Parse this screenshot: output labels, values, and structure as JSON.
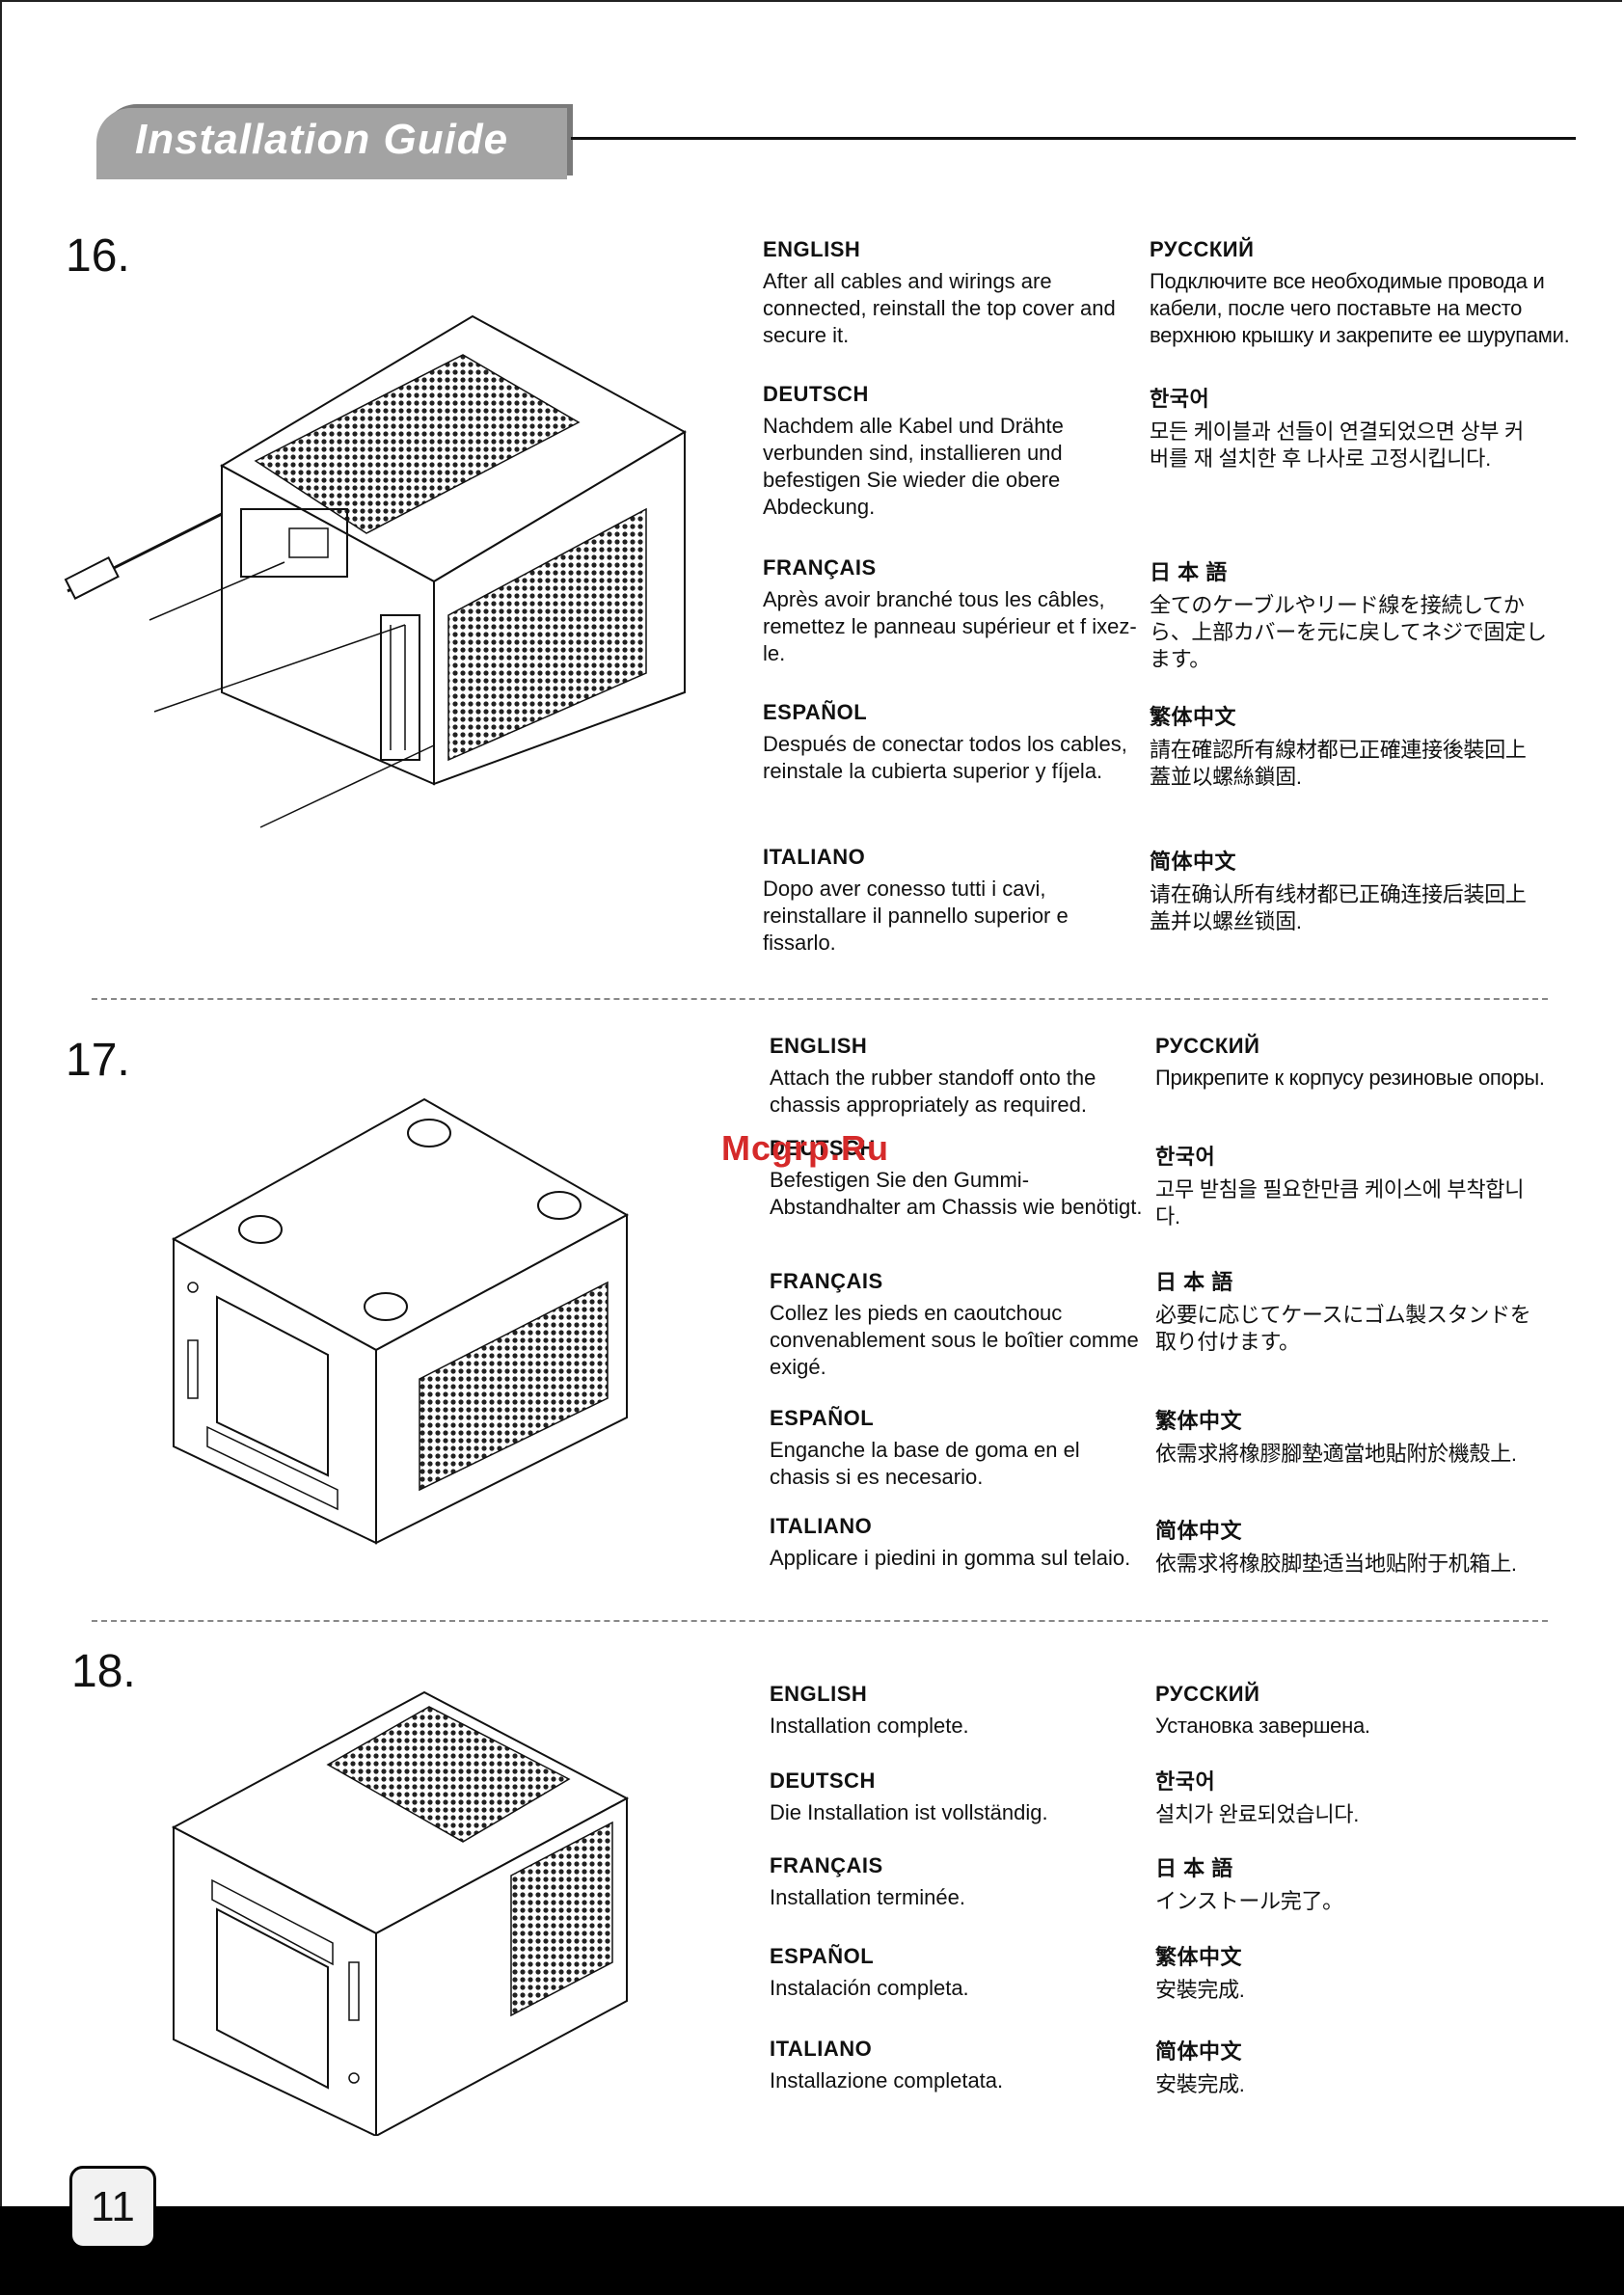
{
  "header": {
    "title": "Installation Guide"
  },
  "watermark": "Mcgrp.Ru",
  "page_number": "11",
  "steps": [
    {
      "number": "16.",
      "languages": [
        {
          "head": "ENGLISH",
          "text": "After all cables and wirings are connected, reinstall the top cover and secure it."
        },
        {
          "head": "РУССКИЙ",
          "text": "Подключите все необходимые провода и кабели, после чего поставьте на место верхнюю крышку и закрепите ее шурупами."
        },
        {
          "head": "DEUTSCH",
          "text": "Nachdem alle Kabel und Drähte verbunden sind, installieren und befestigen Sie wieder die obere Abdeckung."
        },
        {
          "head": "한국어",
          "text": "모든 케이블과 선들이 연결되었으면 상부 커버를 재 설치한 후 나사로 고정시킵니다."
        },
        {
          "head": "FRANÇAIS",
          "text": "Après avoir branché tous les câbles, remettez le panneau supérieur et f ixez-le."
        },
        {
          "head": "日 本 語",
          "text": "全てのケーブルやリード線を接続してから、上部カバーを元に戻してネジで固定します。"
        },
        {
          "head": "ESPAÑOL",
          "text": "Después de conectar todos los cables, reinstale la cubierta superior y fíjela."
        },
        {
          "head": "繁体中文",
          "text": "請在確認所有線材都已正確連接後裝回上蓋並以螺絲鎖固."
        },
        {
          "head": "ITALIANO",
          "text": "Dopo aver conesso tutti i cavi, reinstallare il pannello superior e fissarlo."
        },
        {
          "head": "简体中文",
          "text": "请在确认所有线材都已正确连接后装回上盖并以螺丝锁固."
        }
      ]
    },
    {
      "number": "17.",
      "languages": [
        {
          "head": "ENGLISH",
          "text": "Attach the rubber standoff onto the chassis appropriately as required."
        },
        {
          "head": "РУССКИЙ",
          "text": "Прикрепите к корпусу резиновые опоры."
        },
        {
          "head": "DEUTSCH",
          "text": "Befestigen Sie den Gummi-Abstandhalter am Chassis wie benötigt."
        },
        {
          "head": "한국어",
          "text": "고무 받침을 필요한만큼 케이스에 부착합니다."
        },
        {
          "head": "FRANÇAIS",
          "text": "Collez les pieds en caoutchouc convenablement sous le boîtier comme exigé."
        },
        {
          "head": "日 本 語",
          "text": "必要に応じてケースにゴム製スタンドを取り付けます。"
        },
        {
          "head": "ESPAÑOL",
          "text": "Enganche la base de goma en el chasis si es necesario."
        },
        {
          "head": "繁体中文",
          "text": "依需求將橡膠腳墊適當地貼附於機殼上."
        },
        {
          "head": "ITALIANO",
          "text": "Applicare i piedini in gomma sul telaio."
        },
        {
          "head": "简体中文",
          "text": "依需求将橡胶脚垫适当地贴附于机箱上."
        }
      ]
    },
    {
      "number": "18.",
      "languages": [
        {
          "head": "ENGLISH",
          "text": "Installation complete."
        },
        {
          "head": "РУССКИЙ",
          "text": "Установка завершена."
        },
        {
          "head": "DEUTSCH",
          "text": "Die Installation ist vollständig."
        },
        {
          "head": "한국어",
          "text": "설치가 완료되었습니다."
        },
        {
          "head": "FRANÇAIS",
          "text": "Installation terminée."
        },
        {
          "head": "日 本 語",
          "text": "インストール完了。"
        },
        {
          "head": "ESPAÑOL",
          "text": "Instalación completa."
        },
        {
          "head": "繁体中文",
          "text": "安裝完成."
        },
        {
          "head": "ITALIANO",
          "text": "Installazione completata."
        },
        {
          "head": "简体中文",
          "text": "安裝完成."
        }
      ]
    }
  ]
}
